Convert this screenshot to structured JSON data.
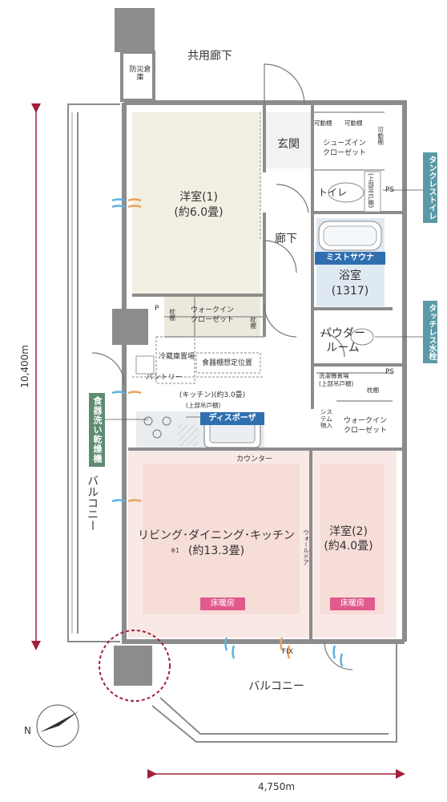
{
  "rooms": {
    "corridor_common": "共用廊下",
    "disaster_storage": "防災倉庫",
    "western1_name": "洋室(1)",
    "western1_size": "(約6.0畳)",
    "entrance": "玄関",
    "shoe_closet_line1": "シューズイン",
    "shoe_closet_line2": "クローゼット",
    "movable_shelf": "可動棚",
    "toilet": "トイレ",
    "toilet_upper_shelf": "(上部吊戸棚)",
    "ps": "PS",
    "hallway": "廊下",
    "bathroom_name": "浴室",
    "bathroom_size": "(1317)",
    "walkin_line1": "ウォークイン",
    "walkin_line2": "クローゼット",
    "pillow_shelf": "枕棚",
    "p": "P",
    "powder_line1": "パウダー",
    "powder_line2": "ルーム",
    "fridge_space": "冷蔵庫置場",
    "dish_shelf": "食器棚想定位置",
    "pantry": "パントリー",
    "washer_space": "洗濯機置場",
    "washer_upper": "(上部吊戸棚)",
    "kitchen_size": "(キッチン)(約3.0畳)",
    "kitchen_upper": "(上部吊戸棚)",
    "system_storage": "システム物入",
    "counter": "カウンター",
    "ldk_name": "リビング･ダイニング･キッチン",
    "ldk_note": "※1",
    "ldk_size": "(約13.3畳)",
    "western2_name": "洋室(2)",
    "western2_size": "(約4.0畳)",
    "wall_door": "ウォールドア",
    "balcony_left": "バルコニー",
    "balcony_bottom": "バルコニー",
    "fix": "FIX",
    "floor_heating": "床暖房"
  },
  "tags": {
    "tankless_toilet": "タンクレストイレ",
    "mist_sauna": "ミストサウナ",
    "touchless_faucet": "タッチレス水栓",
    "dish_dryer": "食器洗い乾燥機",
    "disposer": "ディスポーザ"
  },
  "dimensions": {
    "height": "10,400m",
    "width": "4,750m"
  },
  "compass": {
    "north": "N"
  },
  "colors": {
    "wall": "#8c8c8c",
    "floor_western": "#f3efe2",
    "floor_ldk": "#f8e9e6",
    "heating_zone": "#f7ddd8",
    "dimension": "#a3203a",
    "tag_teal": "#5a9aa8",
    "tag_blue": "#2f6fb0",
    "tag_pink": "#e05a8c",
    "tag_green": "#5e8c72"
  }
}
